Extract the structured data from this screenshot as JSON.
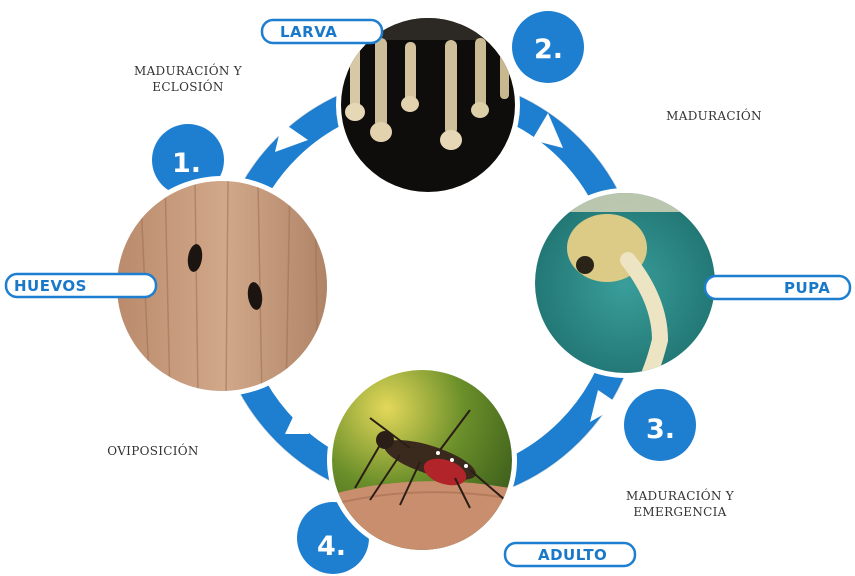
{
  "colors": {
    "ring": "#1e7fd0",
    "ring_dark": "#146bb8",
    "stage_text": "#1a78c8"
  },
  "stages": {
    "larva": "LARVA",
    "pupa": "PUPA",
    "adulto": "ADULTO",
    "huevos": "HUEVOS"
  },
  "steps": {
    "one": "1.",
    "two": "2.",
    "three": "3.",
    "four": "4."
  },
  "transitions": {
    "maduracion_eclosion_line1": "MADURACIÓN Y",
    "maduracion_eclosion_line2": "ECLOSIÓN",
    "maduracion": "MADURACIÓN",
    "maduracion_emergencia_line1": "MADURACIÓN Y",
    "maduracion_emergencia_line2": "EMERGENCIA",
    "oviposicion": "OVIPOSICIÓN"
  },
  "photos": {
    "larva": "larva-photo",
    "pupa": "pupa-photo",
    "adulto": "mosquito-photo",
    "huevos": "eggs-photo"
  }
}
